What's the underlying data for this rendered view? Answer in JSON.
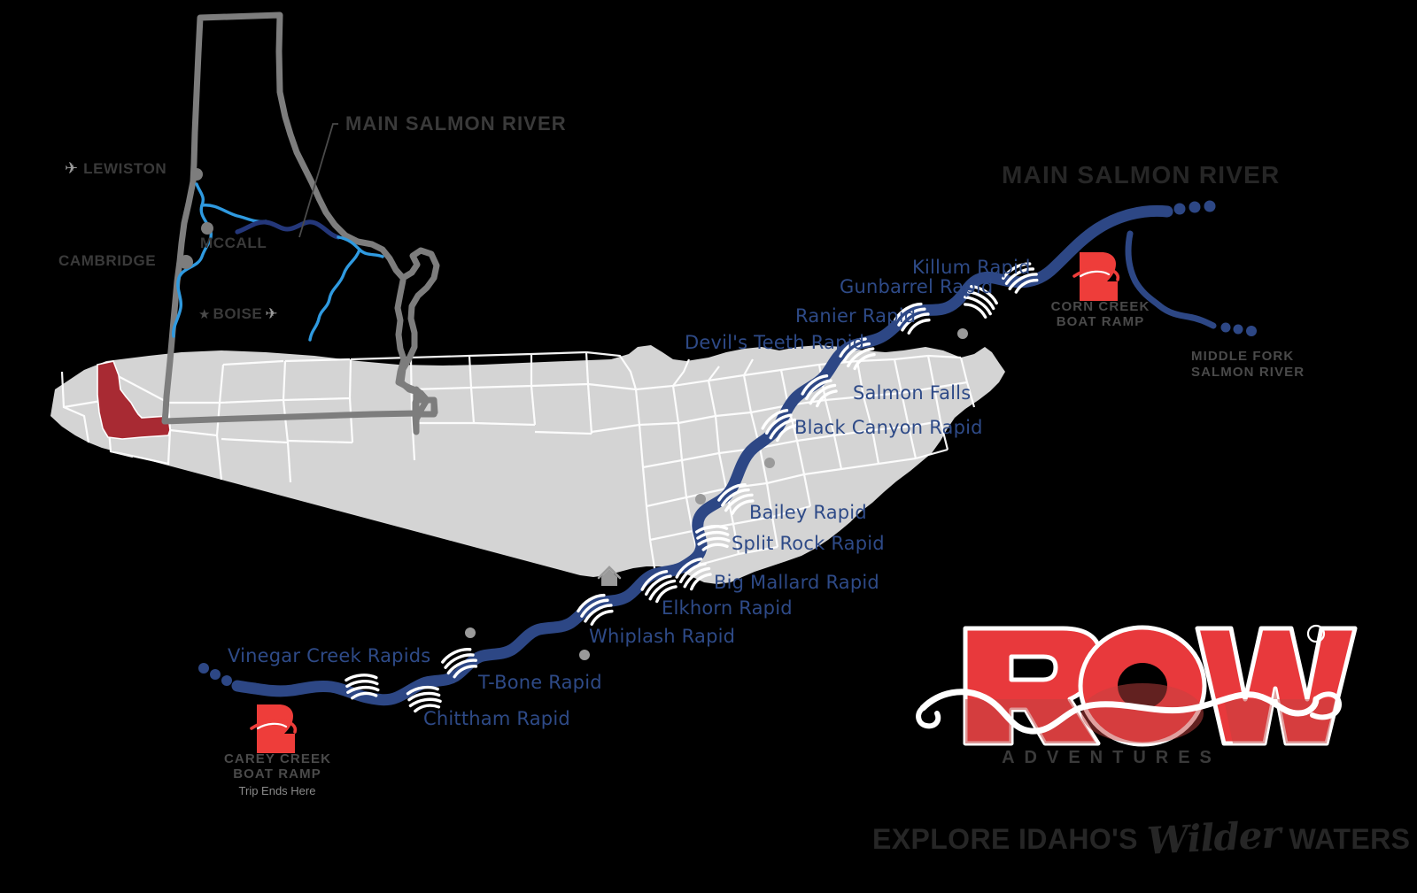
{
  "inset": {
    "title": "MAIN SALMON RIVER",
    "state_name": "Idaho",
    "cities": [
      {
        "name": "LEWISTON",
        "icon": "airplane-icon",
        "dot": true
      },
      {
        "name": "MCCALL",
        "icon": "",
        "dot": true
      },
      {
        "name": "CAMBRIDGE",
        "icon": "",
        "dot": true
      },
      {
        "name": "BOISE",
        "icon": "star-icon",
        "icon2": "airplane-icon",
        "dot": false
      }
    ],
    "colors": {
      "state_outline": "#7d7d7d",
      "highlight_state": "#a82a33",
      "us_states": "#d4d4d4",
      "tributary": "#2f9ae0",
      "main_river": "#24377a"
    }
  },
  "main_map": {
    "title": "MAIN SALMON RIVER",
    "river_color": "#2d4785",
    "rapid_label_color": "#2e4a87",
    "rapids": [
      {
        "name": "Killum Rapid"
      },
      {
        "name": "Gunbarrel Rapid"
      },
      {
        "name": "Ranier Rapid"
      },
      {
        "name": "Devil's Teeth Rapid"
      },
      {
        "name": "Salmon Falls"
      },
      {
        "name": "Black Canyon Rapid"
      },
      {
        "name": "Bailey Rapid"
      },
      {
        "name": "Split Rock Rapid"
      },
      {
        "name": "Big Mallard Rapid"
      },
      {
        "name": "Elkhorn Rapid"
      },
      {
        "name": "Whiplash Rapid"
      },
      {
        "name": "T-Bone Rapid"
      },
      {
        "name": "Chittham Rapid"
      },
      {
        "name": "Vinegar Creek Rapids"
      }
    ],
    "put_in": {
      "line1": "CORN CREEK",
      "line2": "BOAT RAMP",
      "marker": "row-r-icon"
    },
    "take_out": {
      "line1": "CAREY CREEK",
      "line2": "BOAT RAMP",
      "note": "Trip Ends Here",
      "marker": "row-r-icon"
    },
    "middle_fork": {
      "line1": "MIDDLE FORK",
      "line2": "SALMON RIVER"
    }
  },
  "brand": {
    "logo_text": "ROW",
    "logo_registered": "®",
    "sub_text": "ADVENTURES",
    "logo_color": "#e8393c",
    "logo_shadow_color": "#c3413f",
    "tagline_prefix": "EXPLORE IDAHO'S",
    "tagline_script": "Wilder",
    "tagline_suffix": "WATERS"
  }
}
